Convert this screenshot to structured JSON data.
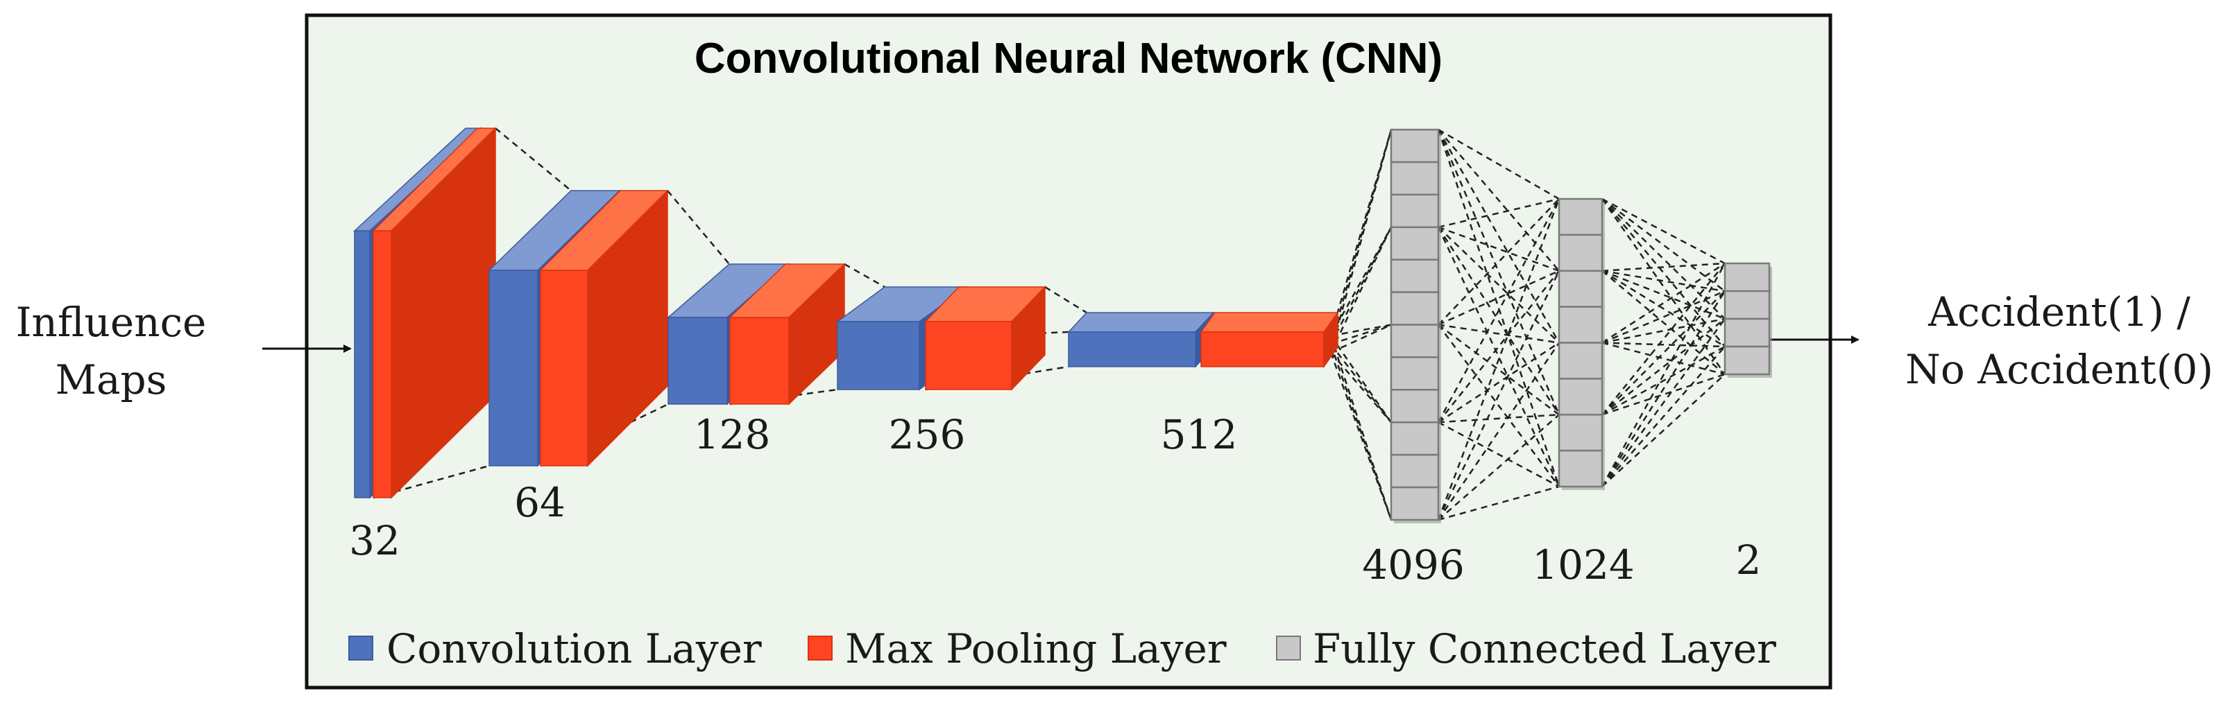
{
  "diagram": {
    "title": "Convolutional Neural Network (CNN)",
    "input_label": [
      "Influence",
      "Maps"
    ],
    "output_label": [
      "Accident(1) /",
      "No Accident(0)"
    ],
    "conv_blocks": [
      {
        "label": "32"
      },
      {
        "label": "64"
      },
      {
        "label": "128"
      },
      {
        "label": "256"
      },
      {
        "label": "512"
      }
    ],
    "fc_layers": [
      {
        "label": "4096",
        "cells": 12
      },
      {
        "label": "1024",
        "cells": 8
      },
      {
        "label": "2",
        "cells": 4
      }
    ],
    "legend": {
      "conv": "Convolution Layer",
      "pool": "Max Pooling Layer",
      "fc": "Fully Connected Layer"
    },
    "colors": {
      "background": "#eef5ec",
      "conv_front": "#4f72bd",
      "conv_top": "#7f9bd2",
      "conv_side": "#3b5aa0",
      "pool_front": "#fe4420",
      "pool_top": "#ff7248",
      "pool_side": "#d7330f",
      "fc_fill": "#c8c8c8",
      "fc_stroke": "#7a7a7a"
    }
  }
}
